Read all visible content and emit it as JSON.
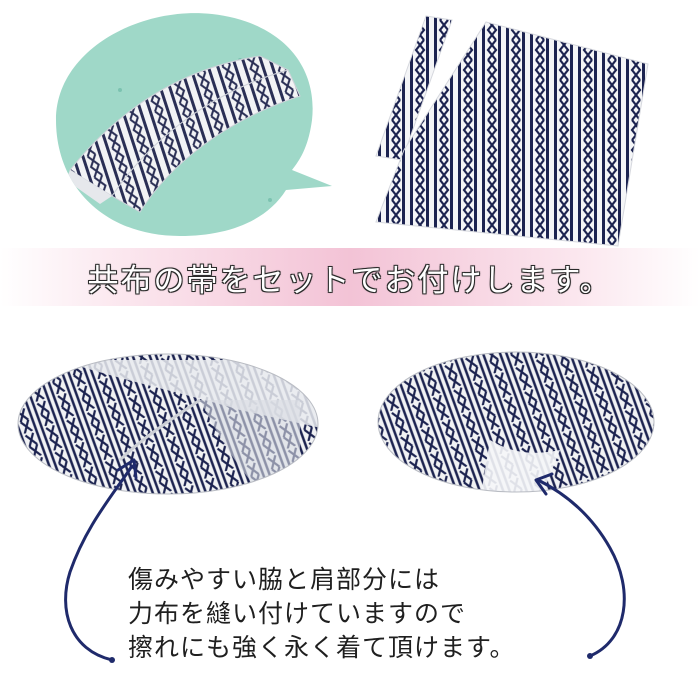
{
  "banner": {
    "text": "共布の帯をセットでお付けします。"
  },
  "note": {
    "lines": [
      "傷みやすい脇と肩部分には",
      "力布を縫い付けていますので",
      "擦れにも強く永く着て頂けます。"
    ]
  },
  "colors": {
    "bubble": "#9fd8c8",
    "navy": "#1c2350",
    "banner_pink": "#f3c3d6",
    "arrow": "#1f2a6b"
  },
  "icons": [
    "arrow-left-icon",
    "arrow-right-icon"
  ]
}
